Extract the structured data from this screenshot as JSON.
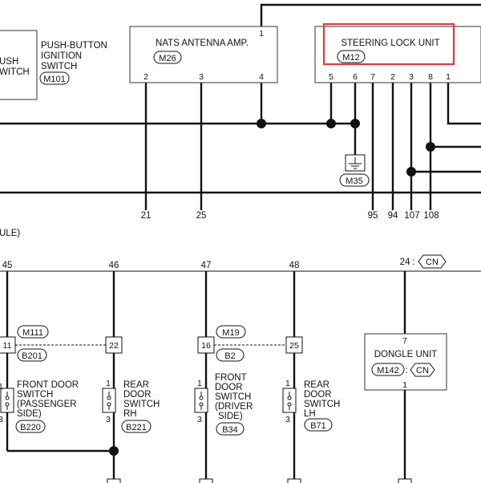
{
  "components": {
    "push_button": {
      "title_lines": [
        "PUSH-BUTTON",
        "IGNITION",
        "SWITCH"
      ],
      "inner_lines": [
        "USH",
        "WITCH"
      ],
      "connector": "M101"
    },
    "nats": {
      "title": "NATS ANTENNA AMP.",
      "connector": "M26",
      "pins": [
        "1",
        "2",
        "3",
        "4"
      ]
    },
    "steering": {
      "title": "STEERING LOCK UNIT",
      "connector": "M12",
      "pins": [
        "5",
        "6",
        "7",
        "2",
        "3",
        "8",
        "1"
      ]
    },
    "ground": {
      "connector": "M35"
    },
    "dongle": {
      "title": "DONGLE UNIT",
      "connector": "M142",
      "tag": "CN",
      "pin_top": "7",
      "pin_bottom": "1"
    },
    "front_door_pass": {
      "lines": [
        "FRONT DOOR",
        "SWITCH",
        "(PASSENGER",
        "SIDE)"
      ],
      "connector": "B220"
    },
    "rear_door_rh": {
      "lines": [
        "REAR",
        "DOOR",
        "SWITCH",
        "RH"
      ],
      "connector": "B221"
    },
    "front_door_drv": {
      "lines": [
        "FRONT",
        "DOOR",
        "SWITCH",
        "(DRIVER",
        "SIDE)"
      ],
      "connector": "B34"
    },
    "rear_door_lh": {
      "lines": [
        "REAR",
        "DOOR",
        "SWITCH",
        "LH"
      ],
      "connector": "B71"
    }
  },
  "terminals": {
    "bottom_row": [
      "21",
      "25",
      "95",
      "94",
      "107",
      "108"
    ],
    "mid_row": [
      "45",
      "46",
      "47",
      "48"
    ],
    "cn_terminal": "24",
    "cn_tag": "CN",
    "partial_label": "ULE)"
  },
  "junctions": {
    "j1": {
      "upper": "M111",
      "pin": "11",
      "lower": "B201"
    },
    "j2": {
      "pin": "22"
    },
    "j3": {
      "upper": "M19",
      "pin": "16",
      "lower": "B2"
    },
    "j4": {
      "pin": "25"
    }
  },
  "switch_pins": {
    "top": "1",
    "bottom": "3"
  },
  "colors": {
    "highlight": "#e0393b",
    "wire": "#111111"
  }
}
